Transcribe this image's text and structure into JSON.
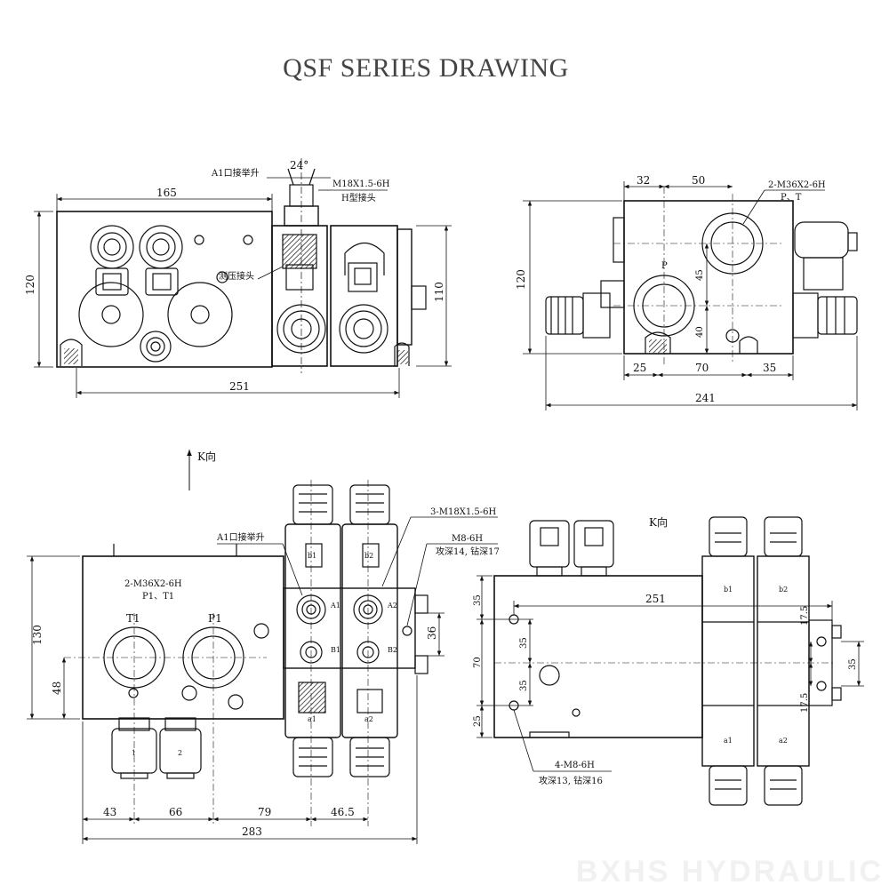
{
  "title": "QSF SERIES DRAWING",
  "watermark": "BXHS HYDRAULIC",
  "front_view": {
    "angle": "24°",
    "a1_label": "A1口接举升",
    "thread_label": "M18X1.5-6H",
    "h_joint": "H型接头",
    "gauge_label": "测压接头",
    "dim_165": "165",
    "dim_120": "120",
    "dim_110": "110",
    "dim_251": "251"
  },
  "side_view": {
    "dim_32": "32",
    "dim_50": "50",
    "port_label": "2-M36X2-6H",
    "port_sub": "P、T",
    "p_label": "P",
    "dim_45": "45",
    "dim_40": "40",
    "dim_120": "120",
    "dim_25": "25",
    "dim_70": "70",
    "dim_35": "35",
    "dim_241": "241"
  },
  "top_view": {
    "k_dir": "K向",
    "a1_label": "A1口接举升",
    "m18_label": "3-M18X1.5-6H",
    "m8_label": "M8-6H",
    "m8_sub": "攻深14, 钻深17",
    "port_label": "2-M36X2-6H",
    "port_sub": "P1、T1",
    "t1": "T1",
    "p1": "P1",
    "b1": "b1",
    "b2": "b2",
    "a1_port": "A1",
    "a2_port": "A2",
    "b1_port": "B1",
    "b2_port": "B2",
    "a1_coil": "a1",
    "a2_coil": "a2",
    "coil_1": "1",
    "coil_2": "2",
    "dim_130": "130",
    "dim_48": "48",
    "dim_36": "36",
    "dim_43": "43",
    "dim_66": "66",
    "dim_79": "79",
    "dim_46_5": "46.5",
    "dim_283": "283"
  },
  "k_view": {
    "k_dir": "K向",
    "dim_251": "251",
    "dim_35a": "35",
    "dim_35b": "35",
    "dim_35c": "35",
    "dim_70": "70",
    "dim_25": "25",
    "dim_17_5a": "17.5",
    "dim_17_5b": "17.5",
    "dim_35r": "35",
    "b1": "b1",
    "b2": "b2",
    "a1": "a1",
    "a2": "a2",
    "m8_label": "4-M8-6H",
    "m8_sub": "攻深13, 钻深16"
  }
}
